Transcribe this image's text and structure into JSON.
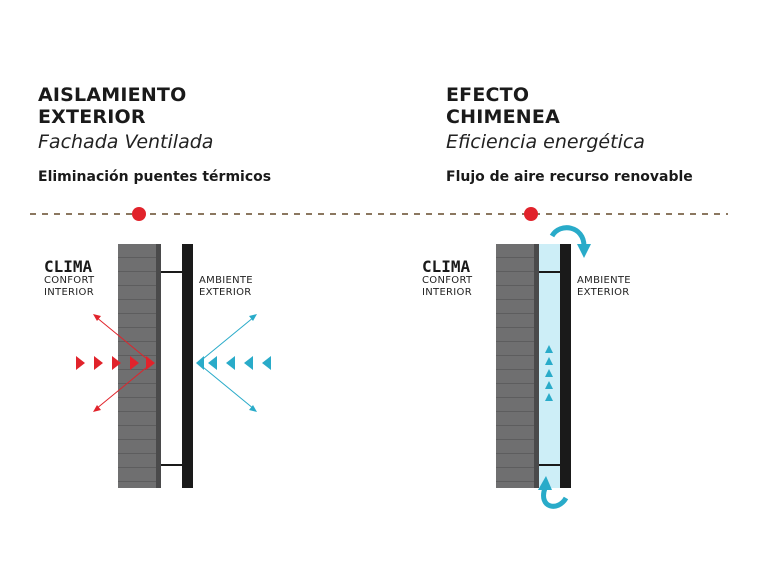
{
  "panels": [
    {
      "title_line1": "AISLAMIENTO",
      "title_line2": "EXTERIOR",
      "subtitle": "Fachada Ventilada",
      "feature": "Eliminación puentes térmicos",
      "inner_label": "CLIMA",
      "inner_sub1": "CONFORT",
      "inner_sub2": "INTERIOR",
      "outer_label1": "AMBIENTE",
      "outer_label2": "EXTERIOR"
    },
    {
      "title_line1": "EFECTO",
      "title_line2": "CHIMENEA",
      "subtitle": "Eficiencia energética",
      "feature": "Flujo de aire recurso renovable",
      "inner_label": "CLIMA",
      "inner_sub1": "CONFORT",
      "inner_sub2": "INTERIOR",
      "outer_label1": "AMBIENTE",
      "outer_label2": "EXTERIOR"
    }
  ],
  "colors": {
    "divider": "#8b7760",
    "marker": "#e1232b",
    "wall": "#6f6f70",
    "wall_dark": "#4a4a4b",
    "cladding": "#1a1a1a",
    "heat": "#e1232b",
    "cold": "#29abc9",
    "air_cavity": "#cdeef7",
    "air_flow": "#29abc9"
  },
  "icons": {
    "heat_arrows": "triangle-right-icon",
    "cold_arrows": "triangle-left-icon",
    "air_arrows": "triangle-up-icon",
    "circulation": "curved-arrow-icon",
    "marker": "dot-icon"
  }
}
